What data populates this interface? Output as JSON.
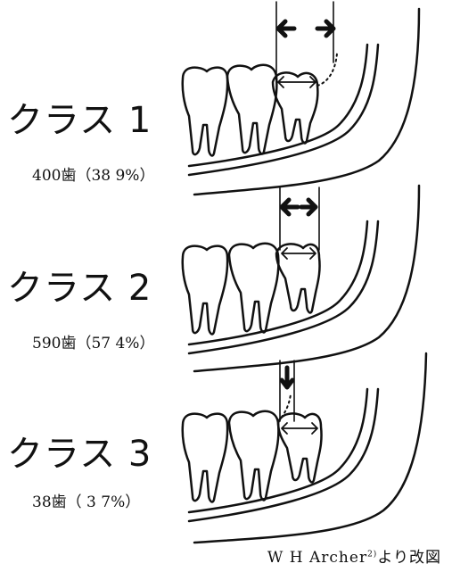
{
  "classes": [
    {
      "label": "クラス 1",
      "stat": "400歯（38 9%）"
    },
    {
      "label": "クラス 2",
      "stat": "590歯（57 4%）"
    },
    {
      "label": "クラス 3",
      "stat": "38歯（ 3 7%）"
    }
  ],
  "credit": {
    "author": "W H Archer",
    "ref": "2)",
    "suffix": "より改図"
  }
}
